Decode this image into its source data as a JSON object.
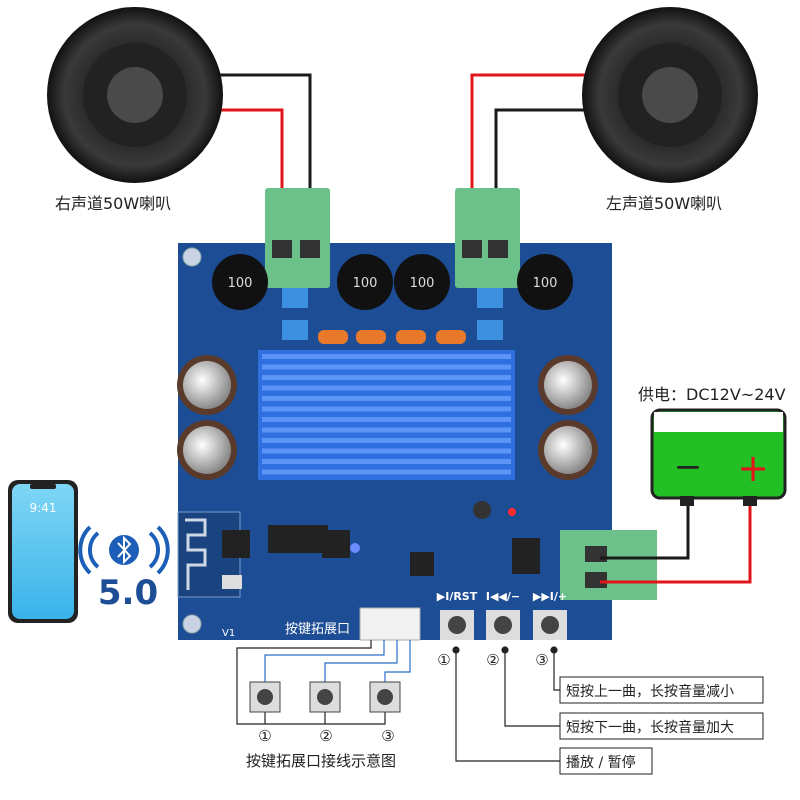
{
  "speakers": {
    "right_channel_label": "右声道50W喇叭",
    "left_channel_label": "左声道50W喇叭"
  },
  "power": {
    "label": "供电：DC12V~24V",
    "minus": "−",
    "plus": "+"
  },
  "phone": {
    "time": "9:41"
  },
  "bluetooth": {
    "version": "5.0"
  },
  "board": {
    "inductor_marking": "100",
    "expansion_port_label": "按键拓展口",
    "version_mark": "V1",
    "buttons": [
      {
        "label": "▶I/RST"
      },
      {
        "label": "I◀◀/−"
      },
      {
        "label": "▶▶I/+"
      }
    ]
  },
  "markers": [
    "①",
    "②",
    "③"
  ],
  "callouts": [
    "短按上一曲，长按音量减小",
    "短按下一曲，长按音量加大",
    "播放 / 暂停"
  ],
  "diagram_caption": "按键拓展口接线示意图",
  "colors": {
    "board": "#1d4d95",
    "heatsink": "#2f6fe0",
    "terminal": "#6cc08a",
    "battery": "#22c025",
    "wire_red": "#e0161a",
    "wire_black": "#1a1a1a"
  }
}
